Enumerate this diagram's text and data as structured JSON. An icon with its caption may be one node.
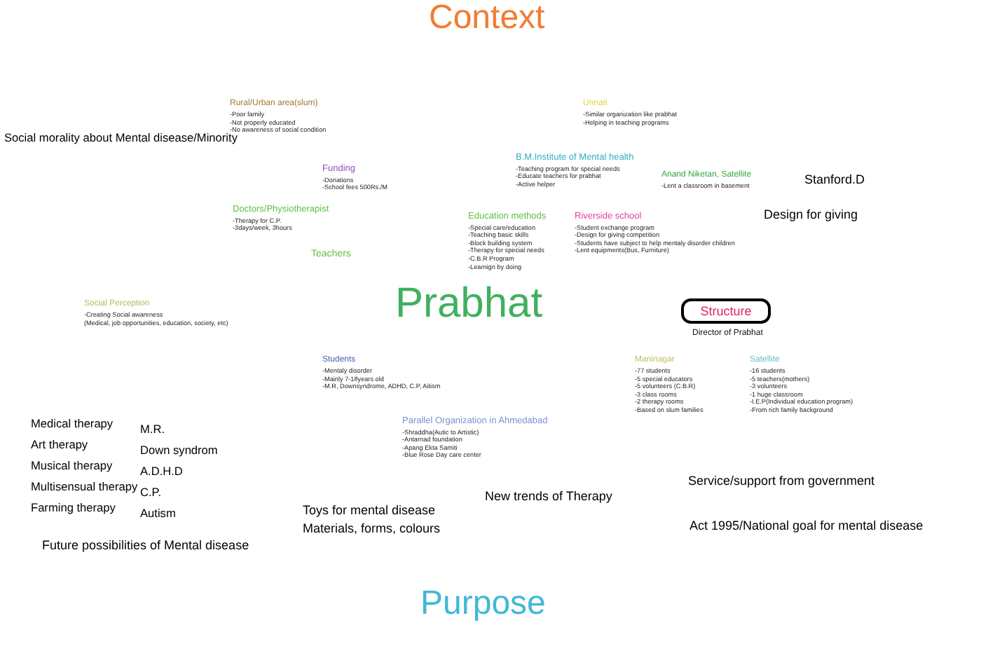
{
  "diagram": {
    "nodes": [
      {
        "text": [
          "Structure"
        ],
        "beside": [
          "Director of Prabhat"
        ]
      }
    ],
    "edges": [],
    "labels": [
      "Context",
      "Rural/Urban area(slum)",
      "-Poor family",
      "-Not properly educated",
      "-No awareness of social condition",
      "Unnati",
      "-Similar organization like prabhat",
      "-Helping in teaching programs",
      "Social morality about Mental disease/Minority",
      "B.M.Institute of Mental health",
      "-Teaching program for special needs",
      "-Educate teachers for prabhat",
      "-Active helper",
      "Funding",
      "-Donations",
      "-School fees 500Rs./M",
      "Anand Niketan, Satellite",
      "-Lent a classroom in basement",
      "Stanford.D",
      "Doctors/Physiotherapist",
      "-Therapy for C.P.",
      "-3days/week, 3hours",
      "Education methods",
      "-Special care/education",
      "-Teaching basic skills",
      "-Block building system",
      "-Therapy for special needs",
      "-C.B.R Program",
      "-Learnign by doing",
      "Riverside school",
      "-Student exchange program",
      "-Design for giving competition",
      "-Students have subject to help mentaly disorder children",
      "-Lent equipments(Bus, Furniture)",
      "Design for giving",
      "Teachers",
      "Prabhat",
      "Social Perception",
      "-Creating Social awareness",
      "(Medical, job opportunities, education, society, etc)",
      "Students",
      "-Mentaly disorder",
      "-Mainly 7-18years old",
      "-M.R, Downsyndrome, ADHD, C.P, Aitism",
      "Maninagar",
      "-77 students",
      "-5 special educators",
      "-5 volunteers (C.B.R)",
      "-3 class rooms",
      "-2 therapy rooms",
      "-Based on slum families",
      "Satellite",
      "-16 students",
      "-5 teachers(mothers)",
      "-3 volunteers",
      "-1 huge classroom",
      "-I.E.P(Individual education program)",
      "-From rich family background",
      "Parallel Organization in Ahmedabad",
      "-Shraddha(Autic to Artistic)",
      "-Antarnad foundation",
      "-Apang Ekta Samiti",
      "-Blue Rose Day care center",
      "Medical therapy",
      "M.R.",
      "Art therapy",
      "Down syndrom",
      "Musical therapy",
      "A.D.H.D",
      "Multisensual therapy",
      "C.P.",
      "Farming therapy",
      "Autism",
      "Service/support from government",
      "New trends of Therapy",
      "Toys for mental disease",
      "Materials, forms, colours",
      "Act 1995/National goal for mental disease",
      "Future possibilities of Mental disease",
      "Purpose"
    ]
  }
}
